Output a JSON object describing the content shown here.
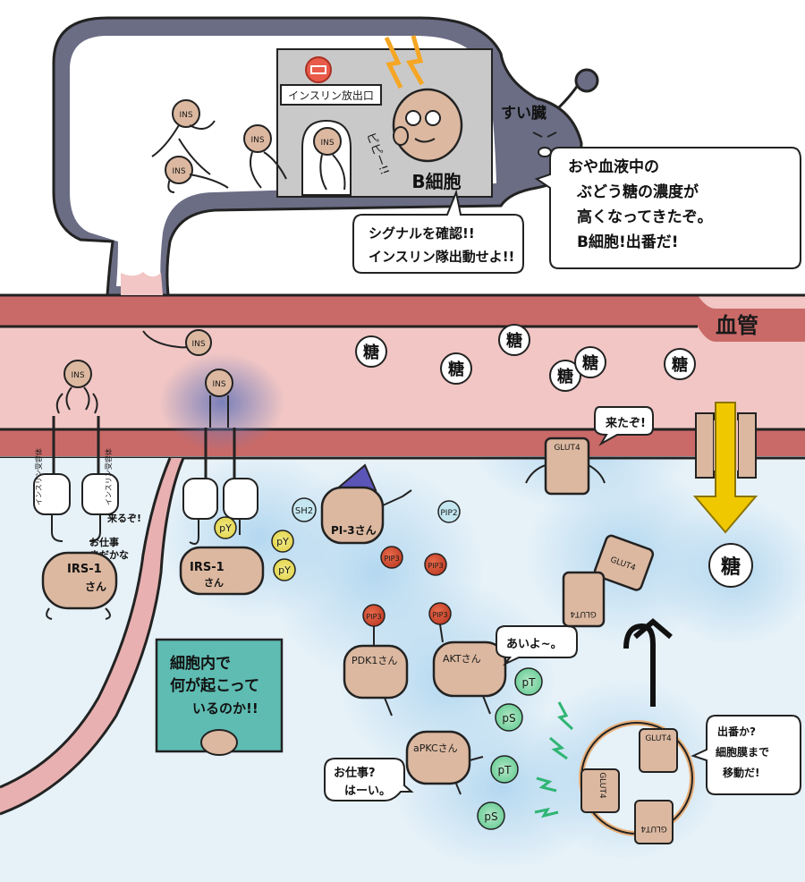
{
  "pancreas": {
    "label": "すい臓",
    "exit_sign": "インスリン放出口",
    "b_cell_label": "B細胞",
    "alarm_sound": "ピピー!!",
    "speech_bubble": [
      "おや血液中の",
      "ぶどう糖の濃度が",
      "高くなってきたぞ。",
      "B細胞!出番だ!"
    ],
    "b_cell_speech": [
      "シグナルを確認!!",
      "インスリン隊出動せよ!!"
    ]
  },
  "vessel": {
    "label": "血管",
    "glucose_label": "糖"
  },
  "insulin_label": "INS",
  "left_cell": {
    "receptor_left": "インスリン受容体",
    "receptor_right": "インスリン受容体",
    "irs_label": [
      "IRS-1",
      "さん"
    ],
    "came": "来るぞ!",
    "waiting": [
      "お仕事",
      "まだかな"
    ]
  },
  "right_cell": {
    "irs_label": [
      "IRS-1",
      "さん"
    ],
    "py_label": "pY",
    "sh2_label": "SH2",
    "pi3_label": "PI-3さん",
    "pip2_label": "PIP2",
    "pip3_label": "PIP3",
    "pdk1_label": "PDK1さん",
    "akt_label": "AKTさん",
    "akt_speech": "あいよ~。",
    "apkc_label": "aPKCさん",
    "apkc_speech": [
      "お仕事?",
      "はーい。"
    ],
    "pt_label": "pT",
    "ps_label": "pS",
    "glut4_label": "GLUT4",
    "glut4_arrived": "来たぞ!",
    "glut4_speech": [
      "出番か?",
      "細胞膜まで",
      "移動だ!"
    ],
    "infobox": [
      "細胞内で",
      "何が起こって",
      "いるのか!!"
    ]
  },
  "colors": {
    "pancreas": "#6b6d85",
    "vessel": "#c96a68",
    "vessel_light": "#e6a0a0",
    "cytoplasm": "#e6f1f8",
    "signal_glow": "#a8d2ee",
    "character": "#dcb8a0",
    "infobox": "#5fbcb2",
    "arrow": "#f0c800"
  }
}
